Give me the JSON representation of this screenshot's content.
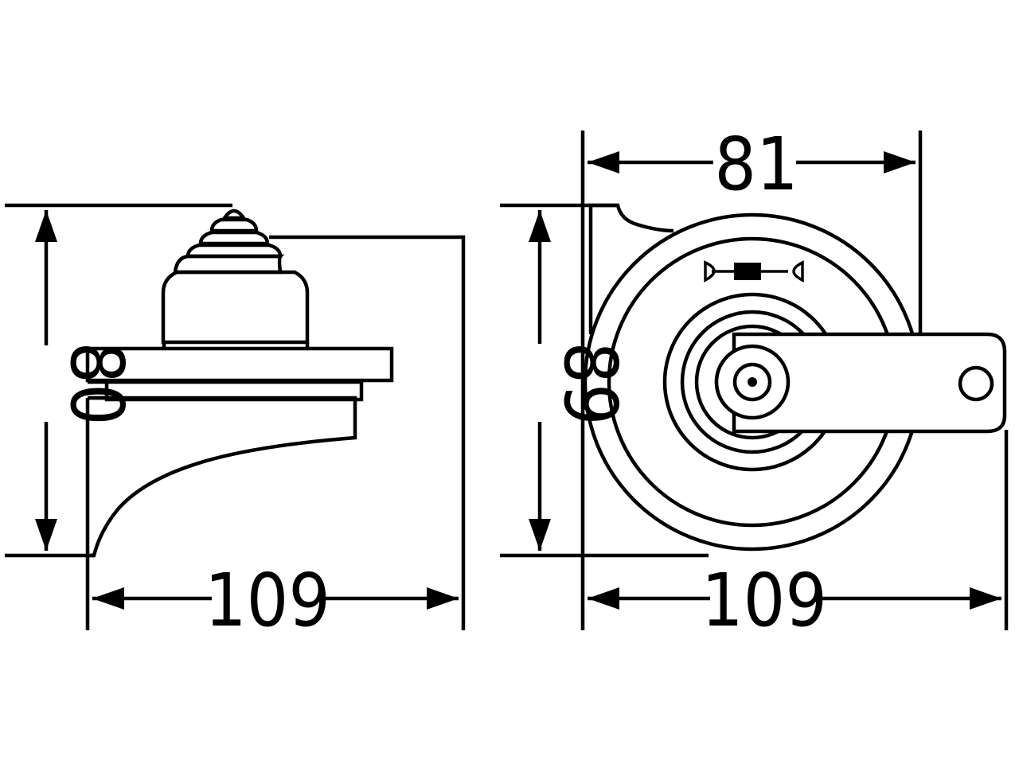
{
  "side_view": {
    "height_label": "80",
    "width_label": "109"
  },
  "front_view": {
    "top_width_label": "81",
    "height_label": "89",
    "width_label": "109"
  },
  "colors": {
    "line": "#000000",
    "background": "#ffffff"
  }
}
